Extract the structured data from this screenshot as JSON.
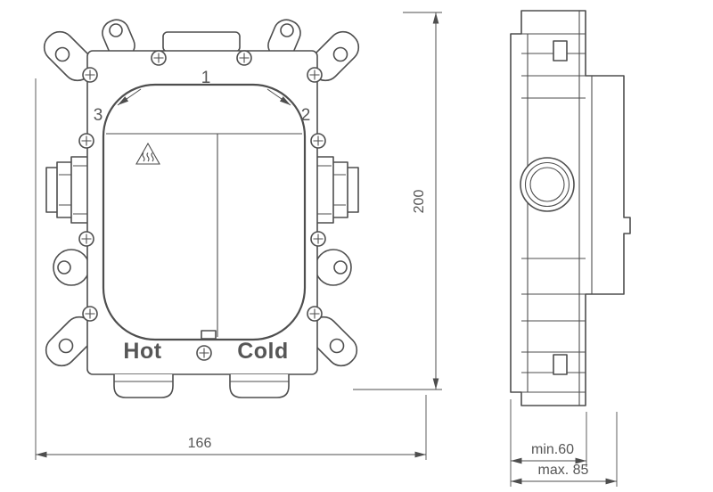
{
  "drawing": {
    "front_view": {
      "annotations": {
        "step1": "1",
        "step2": "2",
        "step3": "3"
      },
      "ports": {
        "hot": "Hot",
        "cold": "Cold"
      }
    },
    "dimensions": {
      "width": "166",
      "height": "200",
      "depth_min": "min.60",
      "depth_max": "max. 85"
    },
    "icons": {
      "warning": "hot-surface-warning",
      "screw": "phillips-screw"
    },
    "colors": {
      "line": "#4e4e4e",
      "text": "#565656",
      "background": "#ffffff"
    }
  }
}
